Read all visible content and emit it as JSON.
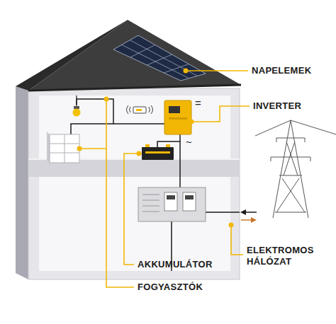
{
  "diagram": {
    "labels": [
      "NAPELEMEK",
      "INVERTER",
      "=",
      "~",
      "ELEKTROMOS HÁLÓZAT",
      "AKKUMULÁTOR",
      "FOGYASZTÓK"
    ]
  }
}
